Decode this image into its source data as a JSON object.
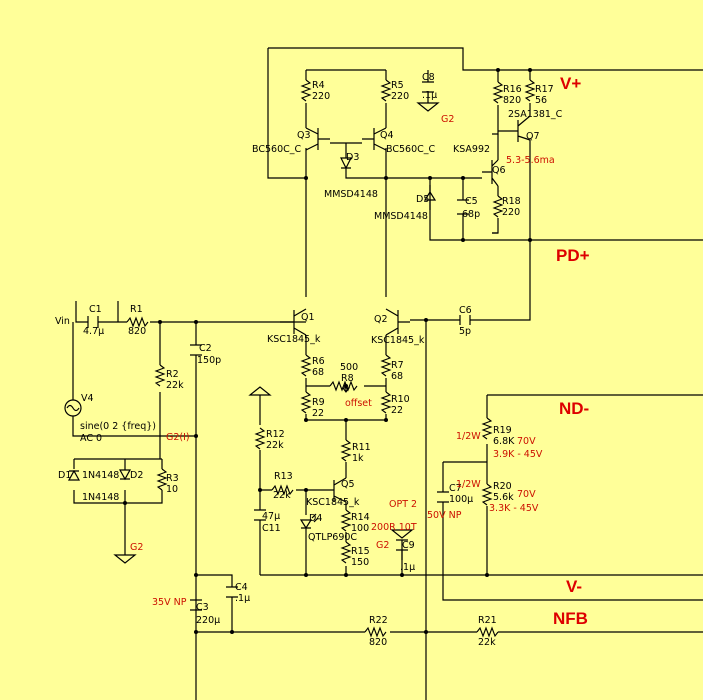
{
  "net_labels": {
    "vplus": "V+",
    "pdplus": "PD+",
    "ndminus": "ND-",
    "vminus": "V-",
    "nfb": "NFB",
    "g2_1": "G2",
    "g2_2": "G2",
    "g2_3": "G2",
    "g2i": "G2(I)",
    "vin": "Vin"
  },
  "components": {
    "R4": {
      "ref": "R4",
      "val": "220"
    },
    "R5": {
      "ref": "R5",
      "val": "220"
    },
    "C8": {
      "ref": "C8",
      "val": ".1µ"
    },
    "R16": {
      "ref": "R16",
      "val": "820"
    },
    "R17": {
      "ref": "R17",
      "val": "56"
    },
    "Q3": {
      "ref": "Q3",
      "val": "BC560C_C"
    },
    "Q4": {
      "ref": "Q4",
      "val": "BC560C_C"
    },
    "Q7": {
      "ref": "Q7",
      "val": "2SA1381_C"
    },
    "Q6": {
      "ref": "Q6",
      "val": "KSA992"
    },
    "D3": {
      "ref": "D3",
      "val": "MMSD4148"
    },
    "D5": {
      "ref": "D5",
      "val": "MMSD4148"
    },
    "C5": {
      "ref": "C5",
      "val": "68p"
    },
    "R18": {
      "ref": "R18",
      "val": "220"
    },
    "C1": {
      "ref": "C1",
      "val": "4.7µ"
    },
    "R1": {
      "ref": "R1",
      "val": "820"
    },
    "Q1": {
      "ref": "Q1",
      "val": "KSC1845_k"
    },
    "Q2": {
      "ref": "Q2",
      "val": "KSC1845_k"
    },
    "C6": {
      "ref": "C6",
      "val": "5p"
    },
    "C2": {
      "ref": "C2",
      "val": "150p"
    },
    "R2": {
      "ref": "R2",
      "val": "22k"
    },
    "R6": {
      "ref": "R6",
      "val": "68"
    },
    "R7": {
      "ref": "R7",
      "val": "68"
    },
    "R8": {
      "ref": "R8",
      "val": "500"
    },
    "R9": {
      "ref": "R9",
      "val": "22"
    },
    "R10": {
      "ref": "R10",
      "val": "22"
    },
    "V4": {
      "ref": "V4",
      "val": "sine(0 2 {freq})",
      "ac": "AC 0"
    },
    "R11": {
      "ref": "R11",
      "val": "1k"
    },
    "R12": {
      "ref": "R12",
      "val": "22k"
    },
    "R13": {
      "ref": "R13",
      "val": "22k"
    },
    "Q5": {
      "ref": "Q5",
      "val": "KSC1845_k"
    },
    "C11": {
      "ref": "C11",
      "val": "47µ"
    },
    "D4": {
      "ref": "D4",
      "val": "QTLP690C"
    },
    "R14": {
      "ref": "R14",
      "val": "100"
    },
    "R15": {
      "ref": "R15",
      "val": "150"
    },
    "C9": {
      "ref": "C9",
      "val": ".1µ"
    },
    "D1": {
      "ref": "D1",
      "val": "1N4148"
    },
    "D2": {
      "ref": "D2",
      "val": "1N4148"
    },
    "R3": {
      "ref": "R3",
      "val": "10"
    },
    "R19": {
      "ref": "R19",
      "val": "6.8K"
    },
    "R20": {
      "ref": "R20",
      "val": "5.6k"
    },
    "C7": {
      "ref": "C7",
      "val": "100µ"
    },
    "C4": {
      "ref": "C4",
      "val": ".1µ"
    },
    "C3": {
      "ref": "C3",
      "val": "220µ"
    },
    "R22": {
      "ref": "R22",
      "val": "820"
    },
    "R21": {
      "ref": "R21",
      "val": "22k"
    }
  },
  "notes": {
    "q6_current": "5.3-5.6ma",
    "offset": "offset",
    "opt2": "OPT 2",
    "r200": "200R 10T",
    "c7_rating": "50V NP",
    "c3_rating": "35V NP",
    "r19_power": "1/2W",
    "r20_power": "1/2W",
    "r19_v1": "70V",
    "r19_v2": "3.9K - 45V",
    "r20_v1": "70V",
    "r20_v2": "3.3K - 45V"
  }
}
